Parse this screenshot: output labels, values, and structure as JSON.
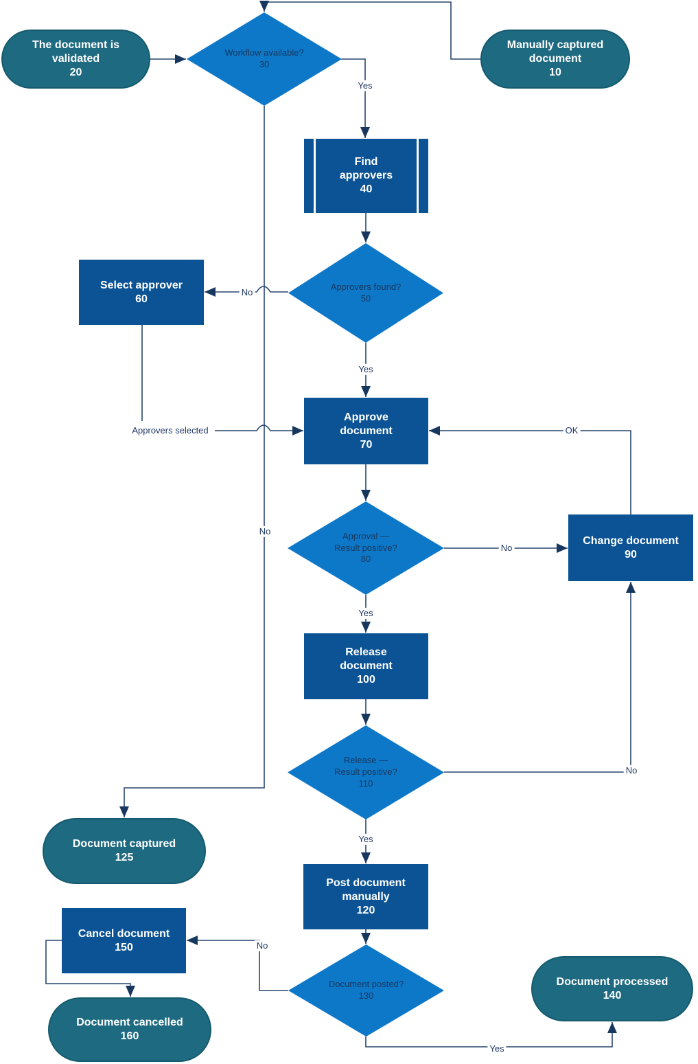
{
  "diagram": {
    "type": "flowchart",
    "background": "#ffffff",
    "colors": {
      "terminator_fill": "#1e6a81",
      "terminator_border": "#155a6e",
      "process_fill": "#0b5394",
      "decision_fill": "#0e78c8",
      "connector_line": "#27466f",
      "arrowhead": "#17375e",
      "shape_text": "#ffffff",
      "decision_text": "#17365d",
      "edge_label_text": "#1f3864"
    },
    "nodes": [
      {
        "type": "terminator",
        "lines": [
          "The document is",
          "validated"
        ],
        "id": "20"
      },
      {
        "type": "decision",
        "lines": [
          "Workflow available?"
        ],
        "id": "30"
      },
      {
        "type": "terminator",
        "lines": [
          "Manually captured",
          "document"
        ],
        "id": "10"
      },
      {
        "type": "subprocess",
        "lines": [
          "Find",
          "approvers"
        ],
        "id": "40"
      },
      {
        "type": "decision",
        "lines": [
          "Approvers found?"
        ],
        "id": "50"
      },
      {
        "type": "process",
        "lines": [
          "Select approver"
        ],
        "id": "60"
      },
      {
        "type": "process",
        "lines": [
          "Approve",
          "document"
        ],
        "id": "70"
      },
      {
        "type": "decision",
        "lines": [
          "Approval —",
          "Result positive?"
        ],
        "id": "80"
      },
      {
        "type": "process",
        "lines": [
          "Change document"
        ],
        "id": "90"
      },
      {
        "type": "process",
        "lines": [
          "Release",
          "document"
        ],
        "id": "100"
      },
      {
        "type": "decision",
        "lines": [
          "Release —",
          "Result positive?"
        ],
        "id": "110"
      },
      {
        "type": "terminator",
        "lines": [
          "Document captured"
        ],
        "id": "125"
      },
      {
        "type": "process",
        "lines": [
          "Post document",
          "manually"
        ],
        "id": "120"
      },
      {
        "type": "process",
        "lines": [
          "Cancel document"
        ],
        "id": "150"
      },
      {
        "type": "decision",
        "lines": [
          "Document posted?"
        ],
        "id": "130"
      },
      {
        "type": "terminator",
        "lines": [
          "Document cancelled"
        ],
        "id": "160"
      },
      {
        "type": "terminator",
        "lines": [
          "Document processed"
        ],
        "id": "140"
      }
    ],
    "edges": [
      {
        "from": "10",
        "to": "30",
        "label": ""
      },
      {
        "from": "20",
        "to": "30",
        "label": ""
      },
      {
        "from": "30",
        "to": "40",
        "label": "Yes"
      },
      {
        "from": "30",
        "to": "125",
        "label": "No"
      },
      {
        "from": "40",
        "to": "50",
        "label": ""
      },
      {
        "from": "50",
        "to": "60",
        "label": "No"
      },
      {
        "from": "50",
        "to": "70",
        "label": "Yes"
      },
      {
        "from": "60",
        "to": "70",
        "label": "Approvers selected"
      },
      {
        "from": "70",
        "to": "80",
        "label": ""
      },
      {
        "from": "80",
        "to": "90",
        "label": "No"
      },
      {
        "from": "80",
        "to": "100",
        "label": "Yes"
      },
      {
        "from": "90",
        "to": "70",
        "label": "OK"
      },
      {
        "from": "100",
        "to": "110",
        "label": ""
      },
      {
        "from": "110",
        "to": "90",
        "label": "No"
      },
      {
        "from": "110",
        "to": "120",
        "label": "Yes"
      },
      {
        "from": "120",
        "to": "130",
        "label": ""
      },
      {
        "from": "130",
        "to": "150",
        "label": "No"
      },
      {
        "from": "130",
        "to": "140",
        "label": "Yes"
      },
      {
        "from": "150",
        "to": "160",
        "label": ""
      }
    ]
  }
}
